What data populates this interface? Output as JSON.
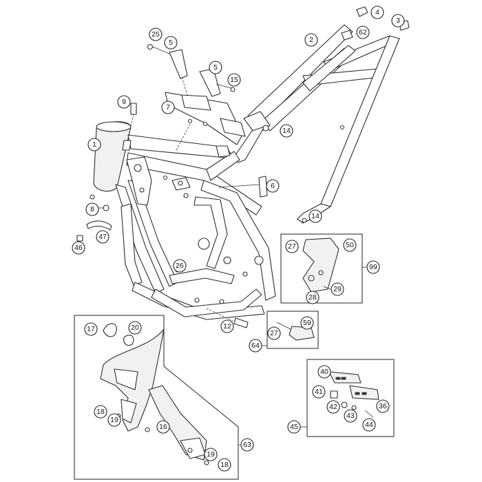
{
  "diagram": {
    "callouts": [
      {
        "id": "c1",
        "label": "1"
      },
      {
        "id": "c2",
        "label": "2"
      },
      {
        "id": "c3",
        "label": "3"
      },
      {
        "id": "c4",
        "label": "4"
      },
      {
        "id": "c5a",
        "label": "5"
      },
      {
        "id": "c5b",
        "label": "5"
      },
      {
        "id": "c6",
        "label": "6"
      },
      {
        "id": "c7",
        "label": "7"
      },
      {
        "id": "c8",
        "label": "8"
      },
      {
        "id": "c9",
        "label": "9"
      },
      {
        "id": "c12",
        "label": "12"
      },
      {
        "id": "c14a",
        "label": "14"
      },
      {
        "id": "c14b",
        "label": "14"
      },
      {
        "id": "c15",
        "label": "15"
      },
      {
        "id": "c16",
        "label": "16"
      },
      {
        "id": "c17",
        "label": "17"
      },
      {
        "id": "c18a",
        "label": "18"
      },
      {
        "id": "c18b",
        "label": "18"
      },
      {
        "id": "c19a",
        "label": "19"
      },
      {
        "id": "c19b",
        "label": "19"
      },
      {
        "id": "c20",
        "label": "20"
      },
      {
        "id": "c25",
        "label": "25"
      },
      {
        "id": "c26",
        "label": "26"
      },
      {
        "id": "c27a",
        "label": "27"
      },
      {
        "id": "c27b",
        "label": "27"
      },
      {
        "id": "c28",
        "label": "28"
      },
      {
        "id": "c29",
        "label": "29"
      },
      {
        "id": "c36",
        "label": "36"
      },
      {
        "id": "c40",
        "label": "40"
      },
      {
        "id": "c41",
        "label": "41"
      },
      {
        "id": "c42",
        "label": "42"
      },
      {
        "id": "c43",
        "label": "43"
      },
      {
        "id": "c44",
        "label": "44"
      },
      {
        "id": "c45",
        "label": "45"
      },
      {
        "id": "c46",
        "label": "46"
      },
      {
        "id": "c47",
        "label": "47"
      },
      {
        "id": "c50",
        "label": "50"
      },
      {
        "id": "c59",
        "label": "59"
      },
      {
        "id": "c62",
        "label": "62"
      },
      {
        "id": "c63",
        "label": "63"
      },
      {
        "id": "c64",
        "label": "64"
      },
      {
        "id": "c99",
        "label": "99"
      }
    ]
  }
}
